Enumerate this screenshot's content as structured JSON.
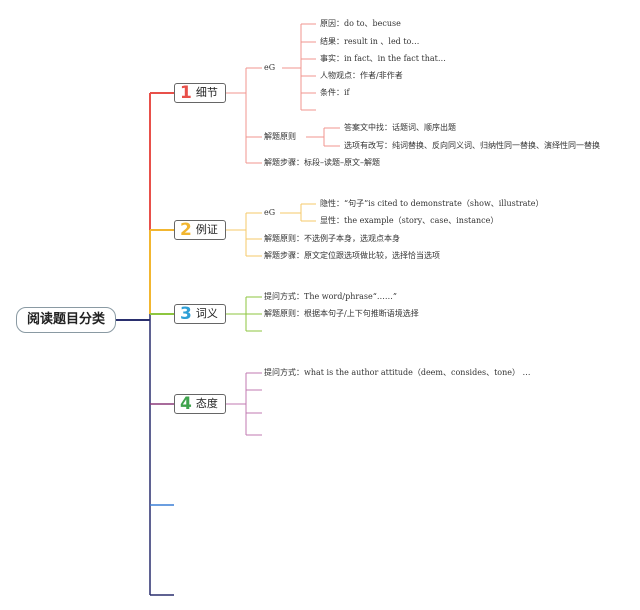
{
  "root": {
    "label": "阅读题目分类"
  },
  "categories": [
    {
      "num": "1",
      "label": "细节",
      "color": "#e8504a"
    },
    {
      "num": "2",
      "label": "例证",
      "color": "#f2b630"
    },
    {
      "num": "3",
      "label": "词义",
      "color": "#2e9fd6"
    },
    {
      "num": "4",
      "label": "态度",
      "color": "#3fa34d"
    }
  ],
  "detail": {
    "eg_label": "eG",
    "eg_items": [
      "原因：do to、becuse",
      "结果：result in 、led to…",
      "事实：in fact、in the fact that…",
      "人物观点：作者/非作者",
      "条件：if"
    ],
    "principle_label": "解题原则",
    "principle_items": [
      "答案文中找：话题词、顺序出题",
      "选项有改写：纯词替换、反向同义词、归纳性同一替换、演绎性同一替换"
    ],
    "steps": "解题步骤：标段–读题–原文–解题"
  },
  "example": {
    "eg_label": "eG",
    "eg_items": [
      "隐性：“句子”is cited to demonstrate（show、illustrate）",
      "显性：the example（story、case、instance）"
    ],
    "principle": "解题原则：不选例子本身，选观点本身",
    "steps": "解题步骤：原文定位跟选项做比较，选择恰当选项"
  },
  "vocab": {
    "question": "提问方式：The word/phrase“……”",
    "principle": "解题原则：根据本句子/上下句推断语境选择"
  },
  "attitude": {
    "question": "提问方式：what is the author attitude（deem、consides、tone） …"
  }
}
